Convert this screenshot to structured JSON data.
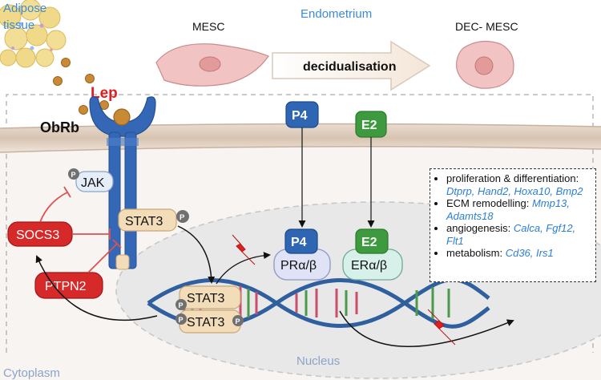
{
  "labels": {
    "adipose": [
      "Adipose",
      "tissue"
    ],
    "endometrium": "Endometrium",
    "mesc": "MESC",
    "dec_mesc": "DEC- MESC",
    "decidualisation": "decidualisation",
    "lep": "Lep",
    "obrb": "ObRb",
    "jak": "JAK",
    "phospho": "P",
    "socs3": "SOCS3",
    "ptpn2": "PTPN2",
    "stat3": "STAT3",
    "p4": "P4",
    "e2": "E2",
    "pr": "PRα/β",
    "er": "ERα/β",
    "nucleus": "Nucleus",
    "cytoplasm": "Cytoplasm"
  },
  "legend": [
    {
      "text": "proliferation & differentiation: ",
      "genes": "Dtprp, Hand2, Hoxa10, Bmp2"
    },
    {
      "text": "ECM remodelling: ",
      "genes": "Mmp13, Adamts18"
    },
    {
      "text": "angiogenesis: ",
      "genes": "Calca, Fgf12, Flt1"
    },
    {
      "text": "metabolism: ",
      "genes": "Cd36, Irs1"
    }
  ],
  "colors": {
    "red_box": "#d62a2a",
    "p4_blue": "#2f66b3",
    "e2_green": "#3e9a3e",
    "receptor_blue": "#3567b7",
    "stat3_fill": "#f3dcb8",
    "nucleus": "#ececec",
    "accent_text": "#3d8bd6"
  }
}
